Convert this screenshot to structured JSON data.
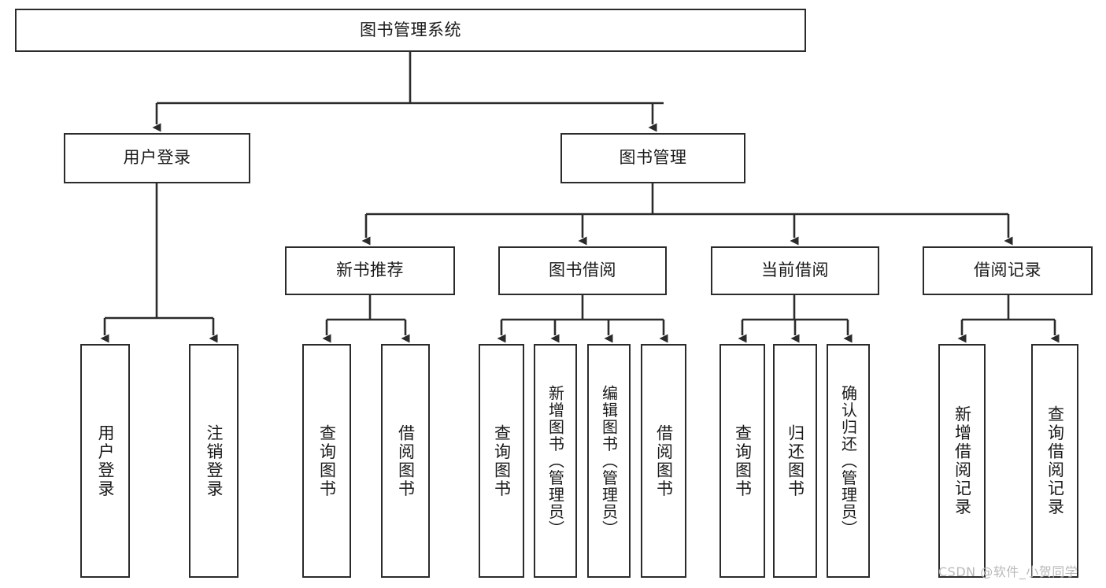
{
  "diagram": {
    "type": "tree-hierarchy",
    "title": "图书管理系统",
    "orientation": "top-down",
    "colors": {
      "stroke": "#2b2b2b",
      "fill": "#ffffff",
      "text": "#1a1a1a",
      "watermark": "#b9b9b9"
    },
    "nodes": {
      "root": {
        "label": "图书管理系统"
      },
      "level2": [
        {
          "label": "用户登录"
        },
        {
          "label": "图书管理"
        }
      ],
      "level3": [
        {
          "label": "新书推荐"
        },
        {
          "label": "图书借阅"
        },
        {
          "label": "当前借阅"
        },
        {
          "label": "借阅记录"
        }
      ],
      "leaves": {
        "user_login": [
          {
            "label": "用户登录"
          },
          {
            "label": "注销登录"
          }
        ],
        "new_book_recommend": [
          {
            "label": "查询图书"
          },
          {
            "label": "借阅图书"
          }
        ],
        "book_borrow": [
          {
            "label": "查询图书"
          },
          {
            "label": "新增图书（管理员）"
          },
          {
            "label": "编辑图书（管理员）"
          },
          {
            "label": "借阅图书"
          }
        ],
        "current_borrow": [
          {
            "label": "查询图书"
          },
          {
            "label": "归还图书"
          },
          {
            "label": "确认归还（管理员）"
          }
        ],
        "borrow_record": [
          {
            "label": "新增借阅记录"
          },
          {
            "label": "查询借阅记录"
          }
        ]
      }
    },
    "watermark": "CSDN @软件_小贺同学"
  }
}
